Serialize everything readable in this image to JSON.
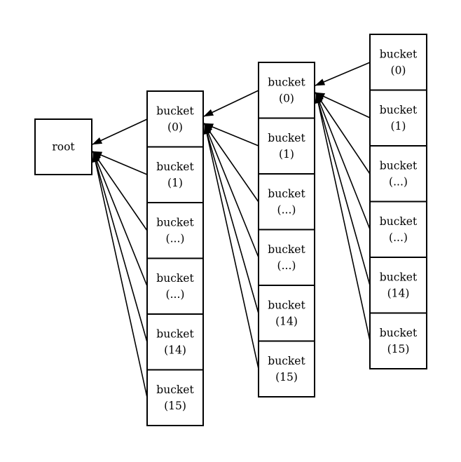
{
  "diagram": {
    "type": "linked-bucket-tree",
    "colors": {
      "stroke": "#000000",
      "text": "#000000",
      "background": "#ffffff"
    },
    "root": {
      "label": "root"
    },
    "columns": [
      {
        "id": "level-1",
        "cells": [
          {
            "line1": "bucket",
            "line2": "(0)"
          },
          {
            "line1": "bucket",
            "line2": "(1)"
          },
          {
            "line1": "bucket",
            "line2": "(...)"
          },
          {
            "line1": "bucket",
            "line2": "(...)"
          },
          {
            "line1": "bucket",
            "line2": "(14)"
          },
          {
            "line1": "bucket",
            "line2": "(15)"
          }
        ]
      },
      {
        "id": "level-2",
        "cells": [
          {
            "line1": "bucket",
            "line2": "(0)"
          },
          {
            "line1": "bucket",
            "line2": "(1)"
          },
          {
            "line1": "bucket",
            "line2": "(...)"
          },
          {
            "line1": "bucket",
            "line2": "(...)"
          },
          {
            "line1": "bucket",
            "line2": "(14)"
          },
          {
            "line1": "bucket",
            "line2": "(15)"
          }
        ]
      },
      {
        "id": "level-3",
        "cells": [
          {
            "line1": "bucket",
            "line2": "(0)"
          },
          {
            "line1": "bucket",
            "line2": "(1)"
          },
          {
            "line1": "bucket",
            "line2": "(...)"
          },
          {
            "line1": "bucket",
            "line2": "(...)"
          },
          {
            "line1": "bucket",
            "line2": "(14)"
          },
          {
            "line1": "bucket",
            "line2": "(15)"
          }
        ]
      }
    ],
    "edges": [
      {
        "from": "level-1 cells 0-5",
        "to": "root"
      },
      {
        "from": "level-2 cells 0-5",
        "to": "level-1 bucket (0)"
      },
      {
        "from": "level-3 cells 0-5",
        "to": "level-2 bucket (0)"
      }
    ]
  }
}
